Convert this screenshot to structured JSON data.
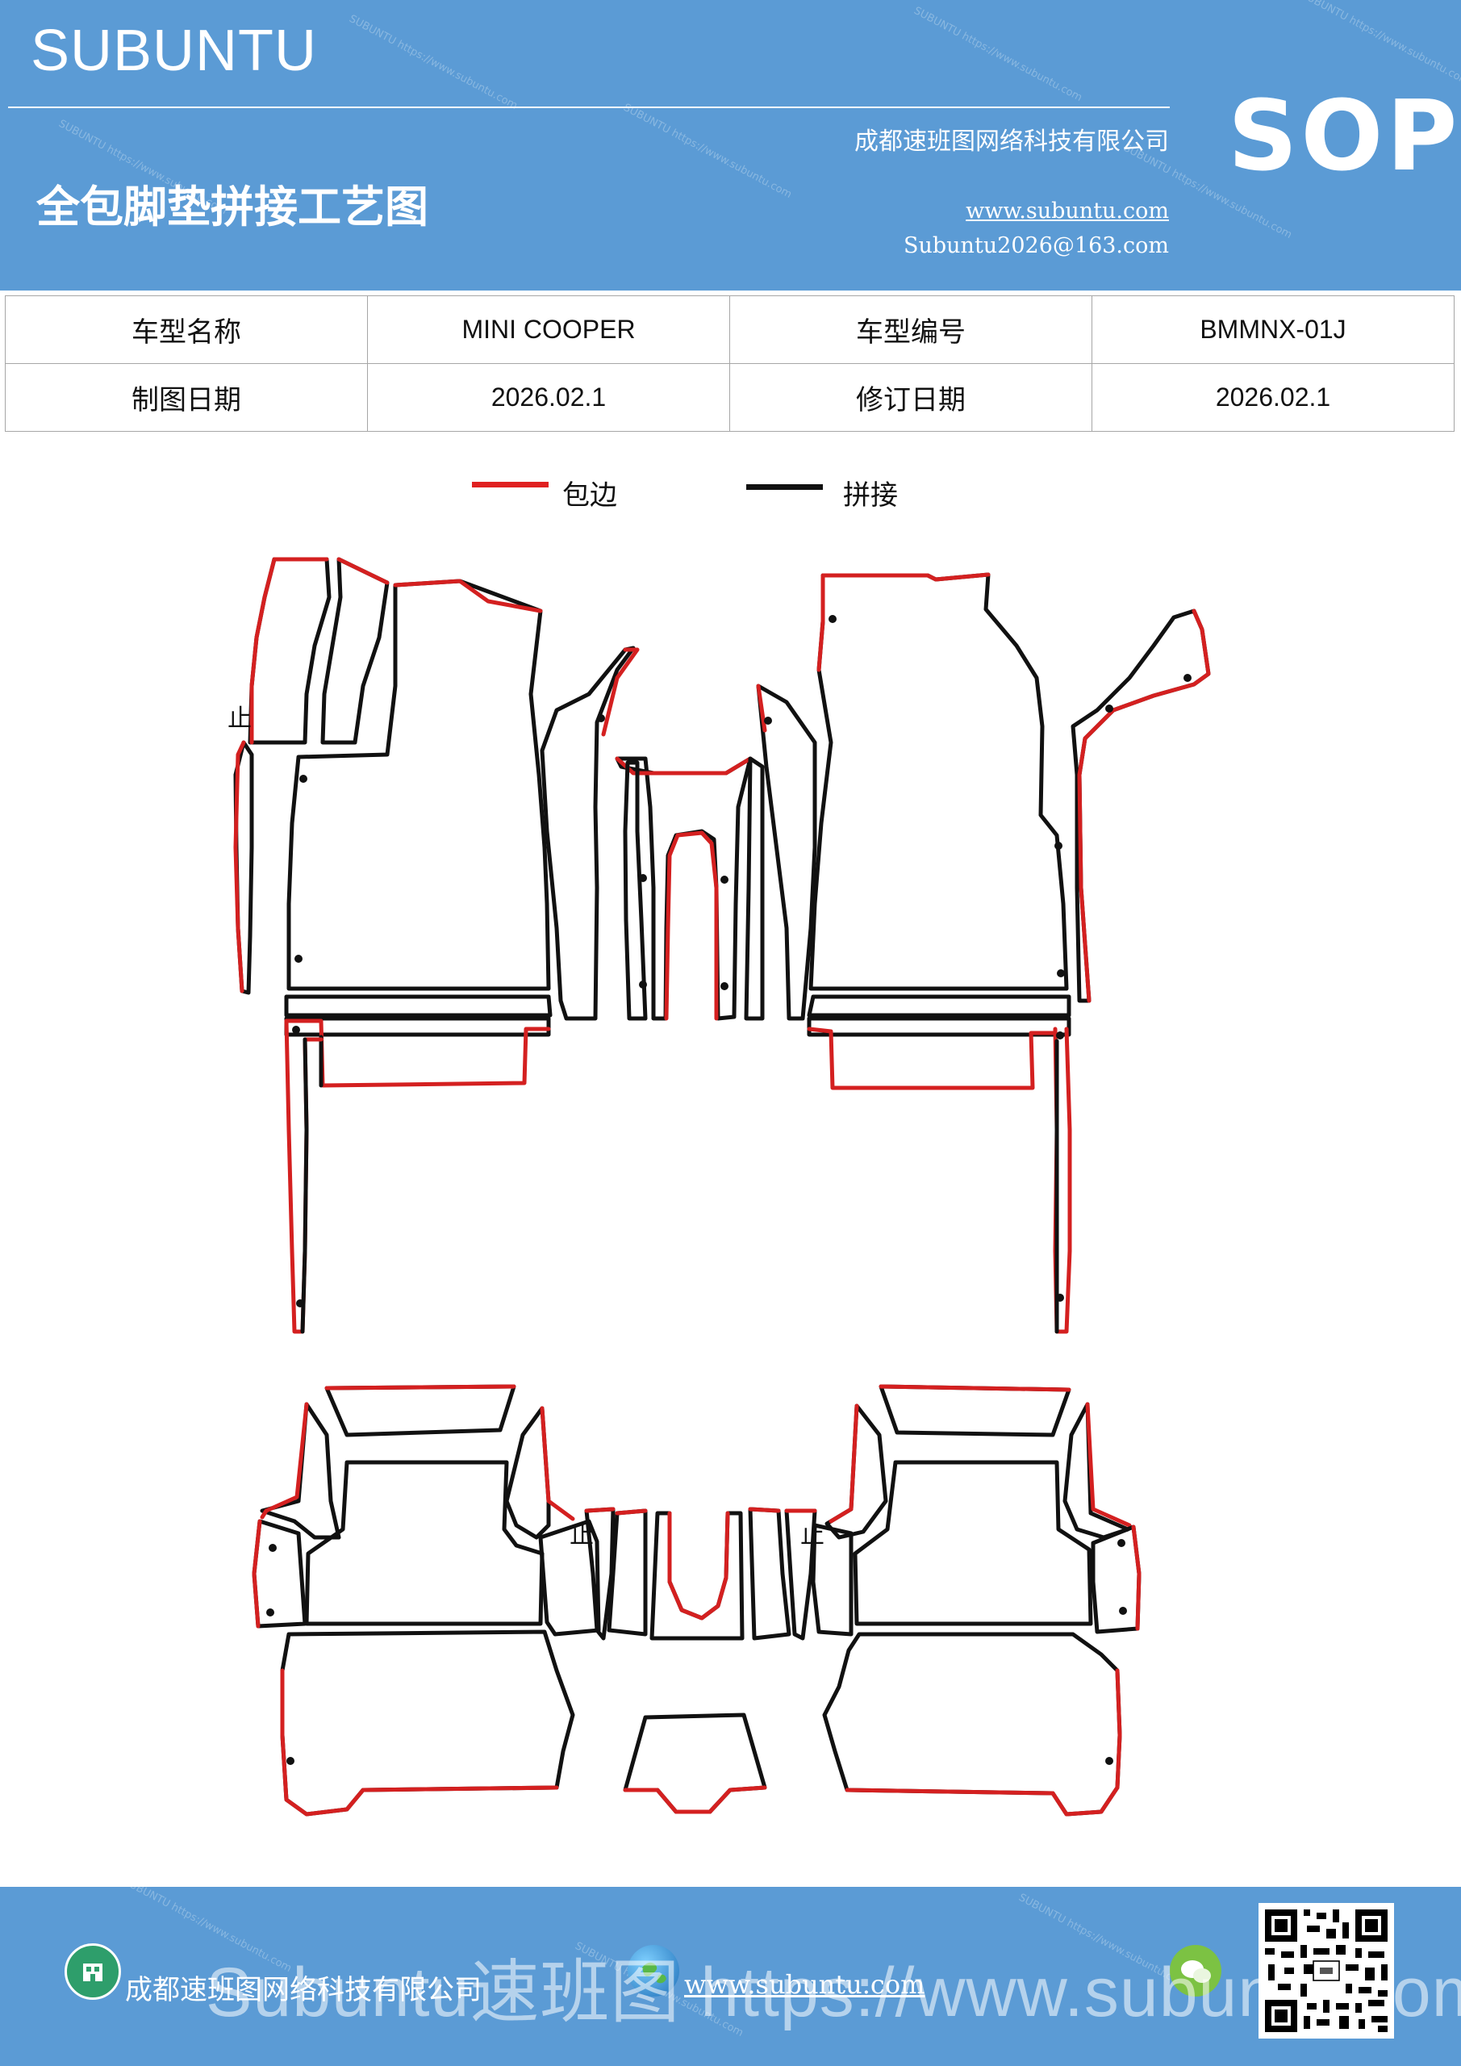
{
  "header": {
    "brand": "SUBUNTU",
    "company": "成都速班图网络科技有限公司",
    "title": "全包脚垫拼接工艺图",
    "website": "www.subuntu.com",
    "email": "Subuntu2026@163.com",
    "badge": "SOP"
  },
  "info_table": {
    "rows": [
      [
        "车型名称",
        "MINI  COOPER",
        "车型编号",
        "BMMNX-01J"
      ],
      [
        "制图日期",
        "2026.02.1",
        "修订日期",
        "2026.02.1"
      ]
    ]
  },
  "legend": {
    "items": [
      {
        "label": "包边",
        "color": "#e02020"
      },
      {
        "label": "拼接",
        "color": "#111111"
      }
    ]
  },
  "drawing": {
    "stop_mark": "止"
  },
  "footer": {
    "company": "成都速班图网络科技有限公司",
    "url": "www.subuntu.com",
    "overlay_text": "Subuntu速班图  https://www.subuntu.com"
  },
  "colors": {
    "header_bg": "#5b9bd5",
    "edge_binding": "#e02020",
    "splice": "#111111"
  }
}
